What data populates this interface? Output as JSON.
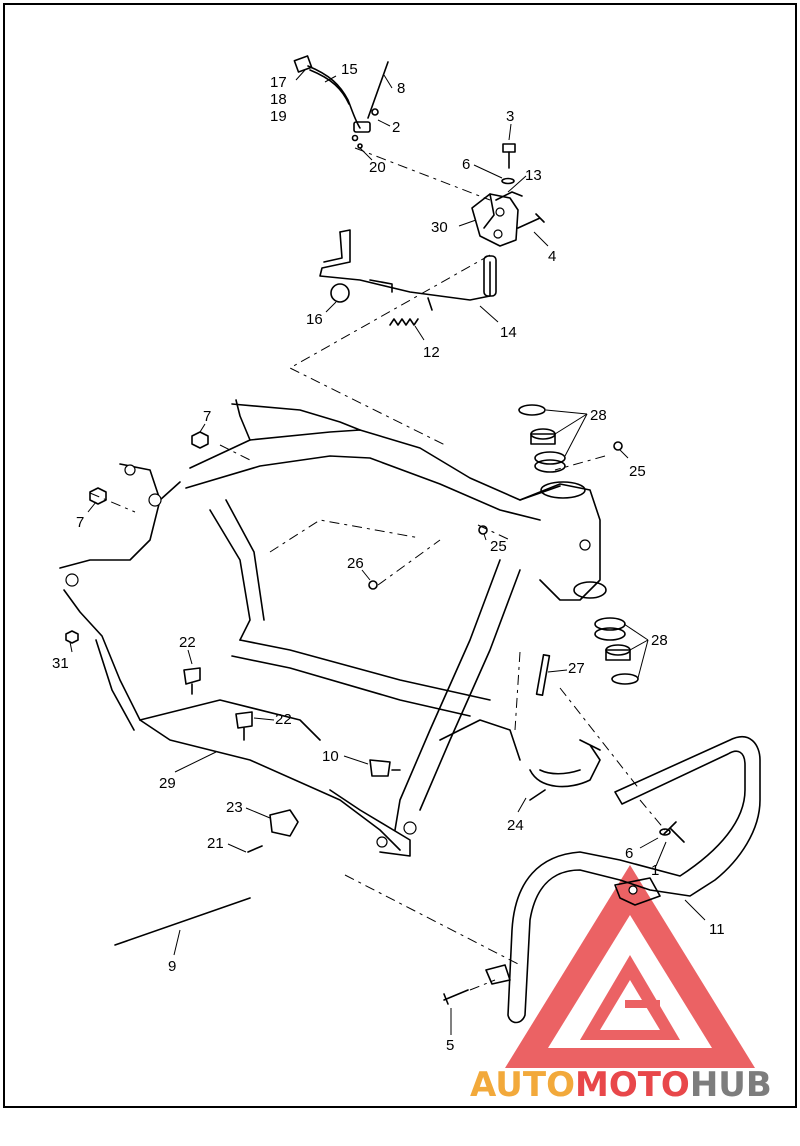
{
  "diagram": {
    "callouts": [
      {
        "id": "c1",
        "text": "1"
      },
      {
        "id": "c2",
        "text": "2"
      },
      {
        "id": "c3",
        "text": "3"
      },
      {
        "id": "c4",
        "text": "4"
      },
      {
        "id": "c5",
        "text": "5"
      },
      {
        "id": "c6a",
        "text": "6"
      },
      {
        "id": "c6b",
        "text": "6"
      },
      {
        "id": "c7a",
        "text": "7"
      },
      {
        "id": "c7b",
        "text": "7"
      },
      {
        "id": "c8",
        "text": "8"
      },
      {
        "id": "c9",
        "text": "9"
      },
      {
        "id": "c10",
        "text": "10"
      },
      {
        "id": "c11",
        "text": "11"
      },
      {
        "id": "c12",
        "text": "12"
      },
      {
        "id": "c13",
        "text": "13"
      },
      {
        "id": "c14",
        "text": "14"
      },
      {
        "id": "c15",
        "text": "15"
      },
      {
        "id": "c16",
        "text": "16"
      },
      {
        "id": "c17",
        "text": "17"
      },
      {
        "id": "c18",
        "text": "18"
      },
      {
        "id": "c19",
        "text": "19"
      },
      {
        "id": "c20",
        "text": "20"
      },
      {
        "id": "c21",
        "text": "21"
      },
      {
        "id": "c22a",
        "text": "22"
      },
      {
        "id": "c22b",
        "text": "22"
      },
      {
        "id": "c23",
        "text": "23"
      },
      {
        "id": "c24",
        "text": "24"
      },
      {
        "id": "c25a",
        "text": "25"
      },
      {
        "id": "c25b",
        "text": "25"
      },
      {
        "id": "c26",
        "text": "26"
      },
      {
        "id": "c27",
        "text": "27"
      },
      {
        "id": "c28a",
        "text": "28"
      },
      {
        "id": "c28b",
        "text": "28"
      },
      {
        "id": "c29",
        "text": "29"
      },
      {
        "id": "c30",
        "text": "30"
      },
      {
        "id": "c31",
        "text": "31"
      }
    ]
  },
  "watermark": {
    "part1": "AUTO",
    "part2": "MOTO",
    "part3": "HUB",
    "color_orange": "#f2a93b",
    "color_red": "#e8474a",
    "color_gray": "#7d7d7d"
  },
  "colors": {
    "line": "#000000",
    "background": "#ffffff",
    "frame_border": "#000000"
  }
}
